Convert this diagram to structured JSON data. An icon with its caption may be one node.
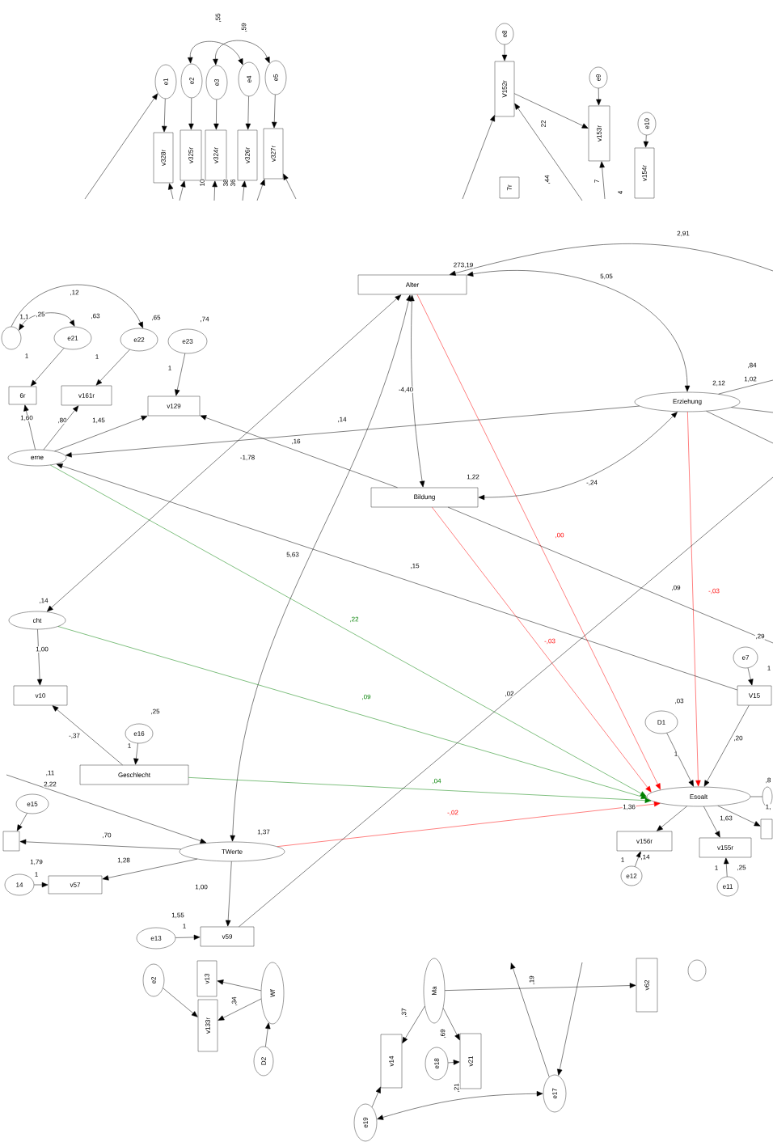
{
  "diagram": {
    "nodes": [
      {
        "text": [
          "e1"
        ]
      },
      {
        "text": [
          "e2"
        ]
      },
      {
        "text": [
          "e3"
        ]
      },
      {
        "text": [
          "e4"
        ]
      },
      {
        "text": [
          "e5"
        ]
      },
      {
        "text": [
          "v328r"
        ]
      },
      {
        "text": [
          "v325r"
        ]
      },
      {
        "text": [
          "v324r"
        ]
      },
      {
        "text": [
          "v326r"
        ]
      },
      {
        "text": [
          "v327r"
        ]
      },
      {
        "text": [
          "e8"
        ]
      },
      {
        "text": [
          "V152r"
        ]
      },
      {
        "text": [
          "e9"
        ]
      },
      {
        "text": [
          "v153r"
        ]
      },
      {
        "text": [
          "e10"
        ]
      },
      {
        "text": [
          "v154r"
        ]
      },
      {
        "text": [
          "7r"
        ]
      },
      {
        "text": [
          "Alter"
        ]
      },
      {
        "text": [
          "Erziehung"
        ]
      },
      {
        "text": [
          "Bildung"
        ]
      },
      {
        "text": [
          "e21"
        ]
      },
      {
        "text": [
          "e22"
        ]
      },
      {
        "text": [
          "e23"
        ]
      },
      {
        "text": [],
        "shape": "circle"
      },
      {
        "text": [
          "6r"
        ]
      },
      {
        "text": [
          "v161r"
        ]
      },
      {
        "text": [
          "v129"
        ]
      },
      {
        "text": [
          "erne"
        ]
      },
      {
        "text": [
          "cht"
        ]
      },
      {
        "text": [
          "v10"
        ]
      },
      {
        "text": [
          "e16"
        ]
      },
      {
        "text": [
          "Geschlecht"
        ]
      },
      {
        "text": [
          "e15"
        ]
      },
      {
        "text": [],
        "shape": "box"
      },
      {
        "text": [
          "TWerte"
        ]
      },
      {
        "text": [
          "14"
        ]
      },
      {
        "text": [
          "v57"
        ]
      },
      {
        "text": [
          "e13"
        ]
      },
      {
        "text": [
          "v59"
        ]
      },
      {
        "text": [
          "D1"
        ]
      },
      {
        "text": [
          "e7"
        ]
      },
      {
        "text": [
          "V15"
        ]
      },
      {
        "text": [
          "Esoalt"
        ]
      },
      {
        "text": [
          "v156r"
        ]
      },
      {
        "text": [
          "v155r"
        ]
      },
      {
        "text": [
          "e12"
        ]
      },
      {
        "text": [
          "e11"
        ]
      },
      {
        "text": [],
        "shape": "box"
      },
      {
        "text": [],
        "shape": "circle"
      },
      {
        "text": [
          "e2"
        ]
      },
      {
        "text": [
          "v13"
        ]
      },
      {
        "text": [
          "Wf"
        ]
      },
      {
        "text": [
          "v133r"
        ]
      },
      {
        "text": [
          "D2"
        ]
      },
      {
        "text": [
          "Ma"
        ]
      },
      {
        "text": [
          "v14"
        ]
      },
      {
        "text": [
          "e18"
        ]
      },
      {
        "text": [
          "v21"
        ]
      },
      {
        "text": [
          "e19"
        ]
      },
      {
        "text": [
          "e17"
        ]
      },
      {
        "text": [
          "v62"
        ]
      },
      {
        "text": [],
        "shape": "circle"
      }
    ],
    "edges": [
      {
        "from": 1,
        "to": 3,
        "arrow": "both",
        "label": ",55"
      },
      {
        "from": 2,
        "to": 4,
        "arrow": "both",
        "label": ",59"
      },
      {
        "from": 0,
        "to": 5,
        "arrow": "to"
      },
      {
        "from": 1,
        "to": 6,
        "arrow": "to"
      },
      {
        "from": 2,
        "to": 7,
        "arrow": "to"
      },
      {
        "from": 3,
        "to": 8,
        "arrow": "to"
      },
      {
        "from": 4,
        "to": 9,
        "arrow": "to"
      },
      {
        "from": null,
        "to": 0,
        "arrow": "to"
      },
      {
        "from": null,
        "to": 5,
        "arrow": "to"
      },
      {
        "from": null,
        "to": 6,
        "arrow": "to"
      },
      {
        "from": null,
        "to": 7,
        "arrow": "to"
      },
      {
        "from": null,
        "to": 8,
        "arrow": "to"
      },
      {
        "from": null,
        "to": 9,
        "arrow": "to"
      },
      {
        "from": null,
        "to": 9,
        "arrow": "to"
      },
      {
        "from": 10,
        "to": 11,
        "arrow": "to"
      },
      {
        "from": 12,
        "to": 13,
        "arrow": "to"
      },
      {
        "from": 14,
        "to": 15,
        "arrow": "to"
      },
      {
        "from": 11,
        "to": 13,
        "arrow": "to",
        "label": "22"
      },
      {
        "from": null,
        "to": 11,
        "arrow": "to"
      },
      {
        "from": null,
        "to": 11,
        "arrow": "to"
      },
      {
        "from": null,
        "to": 13,
        "arrow": "to"
      },
      {
        "from": 17,
        "to": 18,
        "arrow": "both",
        "label": "5,05"
      },
      {
        "from": null,
        "to": 17,
        "arrow": "to",
        "label": "2,91"
      },
      {
        "from": 17,
        "to": 19,
        "arrow": "both",
        "label": "-4,40"
      },
      {
        "from": 17,
        "to": 28,
        "arrow": "both",
        "label": "-1,78"
      },
      {
        "from": 17,
        "to": 34,
        "arrow": "both",
        "label": "5,63"
      },
      {
        "from": 17,
        "to": 42,
        "arrow": "to",
        "label": ",00",
        "color": "#ff0000"
      },
      {
        "from": 18,
        "to": 19,
        "arrow": "both",
        "label": "-,24"
      },
      {
        "from": 18,
        "to": 27,
        "arrow": "to",
        "label": ",14"
      },
      {
        "from": 18,
        "to": 42,
        "arrow": "to",
        "label": "-,03",
        "color": "#ff0000"
      },
      {
        "from": 18,
        "to": null,
        "arrow": "none"
      },
      {
        "from": 18,
        "to": null,
        "arrow": "none"
      },
      {
        "from": 18,
        "to": null,
        "arrow": "none"
      },
      {
        "from": 19,
        "to": 26,
        "arrow": "to",
        "label": ",16"
      },
      {
        "from": 19,
        "to": 42,
        "arrow": "to",
        "label": "-,03",
        "color": "#ff0000"
      },
      {
        "from": 19,
        "to": null,
        "arrow": "none",
        "label": ",09"
      },
      {
        "from": 41,
        "to": 27,
        "arrow": "to",
        "label": ",15"
      },
      {
        "from": 41,
        "to": 42,
        "arrow": "to",
        "label": ",20"
      },
      {
        "from": 40,
        "to": 41,
        "arrow": "to",
        "label": "1"
      },
      {
        "from": 39,
        "to": 42,
        "arrow": "to",
        "label": "1"
      },
      {
        "from": 27,
        "to": 25,
        "arrow": "to",
        "label": ",80"
      },
      {
        "from": 27,
        "to": 26,
        "arrow": "to"
      },
      {
        "from": 27,
        "to": 24,
        "arrow": "to",
        "label": "1,60"
      },
      {
        "from": 27,
        "to": 42,
        "arrow": "to",
        "label": ",22",
        "color": "#008000"
      },
      {
        "from": 20,
        "to": 24,
        "arrow": "to",
        "label": "1"
      },
      {
        "from": 21,
        "to": 25,
        "arrow": "to",
        "label": "1"
      },
      {
        "from": 22,
        "to": 26,
        "arrow": "to",
        "label": "1"
      },
      {
        "from": 23,
        "to": 20,
        "arrow": "both",
        "label": ",25"
      },
      {
        "from": 23,
        "to": 21,
        "arrow": "to",
        "label": ",12"
      },
      {
        "from": 28,
        "to": 29,
        "arrow": "to",
        "label": "1,00"
      },
      {
        "from": 28,
        "to": 42,
        "arrow": "to",
        "label": ",09",
        "color": "#008000"
      },
      {
        "from": 31,
        "to": 29,
        "arrow": "to",
        "label": "-,37"
      },
      {
        "from": 30,
        "to": 31,
        "arrow": "to",
        "label": "1"
      },
      {
        "from": 31,
        "to": 42,
        "arrow": "to",
        "label": ",04",
        "color": "#008000"
      },
      {
        "from": null,
        "to": 34,
        "arrow": "to",
        "label": "2,22"
      },
      {
        "from": 34,
        "to": 33,
        "arrow": "to",
        "label": ",70"
      },
      {
        "from": 34,
        "to": 36,
        "arrow": "to",
        "label": "1,28"
      },
      {
        "from": 34,
        "to": 38,
        "arrow": "to",
        "label": "1,00"
      },
      {
        "from": 34,
        "to": 42,
        "arrow": "to",
        "label": "-,02",
        "color": "#ff0000"
      },
      {
        "from": 32,
        "to": 33,
        "arrow": "to"
      },
      {
        "from": 35,
        "to": 36,
        "arrow": "to",
        "label": "1"
      },
      {
        "from": 37,
        "to": 38,
        "arrow": "to",
        "label": "1"
      },
      {
        "from": 38,
        "to": null,
        "arrow": "none",
        "label": ",02"
      },
      {
        "from": 42,
        "to": 43,
        "arrow": "to"
      },
      {
        "from": 42,
        "to": 44,
        "arrow": "to",
        "label": "1,63"
      },
      {
        "from": 45,
        "to": 43,
        "arrow": "to",
        "label": "1"
      },
      {
        "from": 46,
        "to": 44,
        "arrow": "to",
        "label": "1"
      },
      {
        "from": 42,
        "to": 48,
        "arrow": "none"
      },
      {
        "from": 42,
        "to": 47,
        "arrow": "to"
      },
      {
        "from": 49,
        "to": 52,
        "arrow": "to"
      },
      {
        "from": 51,
        "to": 50,
        "arrow": "to"
      },
      {
        "from": 51,
        "to": 52,
        "arrow": "to",
        "label": ",34"
      },
      {
        "from": 53,
        "to": 51,
        "arrow": "to"
      },
      {
        "from": 54,
        "to": 55,
        "arrow": "to",
        "label": ",37"
      },
      {
        "from": 54,
        "to": 57,
        "arrow": "to"
      },
      {
        "from": 54,
        "to": 60,
        "arrow": "to"
      },
      {
        "from": 56,
        "to": 57,
        "arrow": "to"
      },
      {
        "from": 58,
        "to": 55,
        "arrow": "to"
      },
      {
        "from": 58,
        "to": 59,
        "arrow": "both"
      },
      {
        "from": 59,
        "to": null,
        "arrow": "to",
        "label": ",19"
      },
      {
        "from": null,
        "to": 59,
        "arrow": "to"
      }
    ],
    "labels": [
      "10",
      "38",
      "36",
      ",44",
      "7",
      "4",
      "273,19",
      "2,12",
      ",84",
      "1,02",
      "1,1",
      ",63",
      ",65",
      ",74",
      "1,45",
      "1,22",
      ",29",
      ",14",
      ",03",
      ",25",
      ",11",
      "1,37",
      "1,79",
      "1,55",
      "1,36",
      ",14",
      ",25",
      ",8",
      "1,",
      ",69",
      ",21"
    ]
  }
}
